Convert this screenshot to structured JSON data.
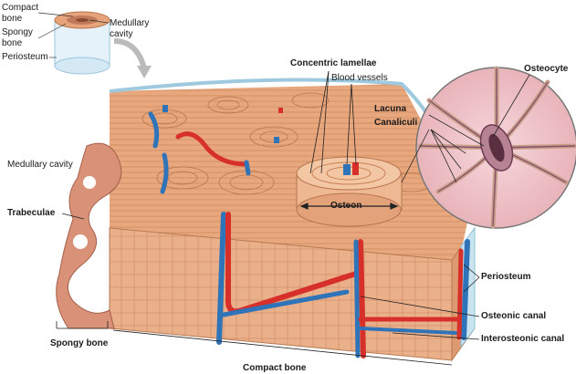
{
  "labels": {
    "inset_compact_bone": "Compact bone",
    "inset_spongy_bone": "Spongy bone",
    "inset_medullary_cavity": "Medullary cavity",
    "inset_periosteum": "Periosteum",
    "concentric_lamellae": "Concentric lamellae",
    "blood_vessels": "Blood vessels",
    "osteocyte": "Osteocyte",
    "lacuna": "Lacuna",
    "canaliculi": "Canaliculi",
    "medullary_cavity": "Medullary cavity",
    "trabeculae": "Trabeculae",
    "osteon": "Osteon",
    "periosteum": "Periosteum",
    "osteonic_canal": "Osteonic canal",
    "interosteonic_canal": "Interosteonic canal",
    "spongy_bone": "Spongy bone",
    "compact_bone": "Compact bone"
  },
  "colors": {
    "bone": "#e8a77c",
    "bone_dark": "#c98258",
    "bone_light": "#f4c7a4",
    "artery": "#d7302b",
    "vein": "#2f73b8",
    "periosteum": "#a8d4e8",
    "cell_purple": "#8a4f6a"
  }
}
